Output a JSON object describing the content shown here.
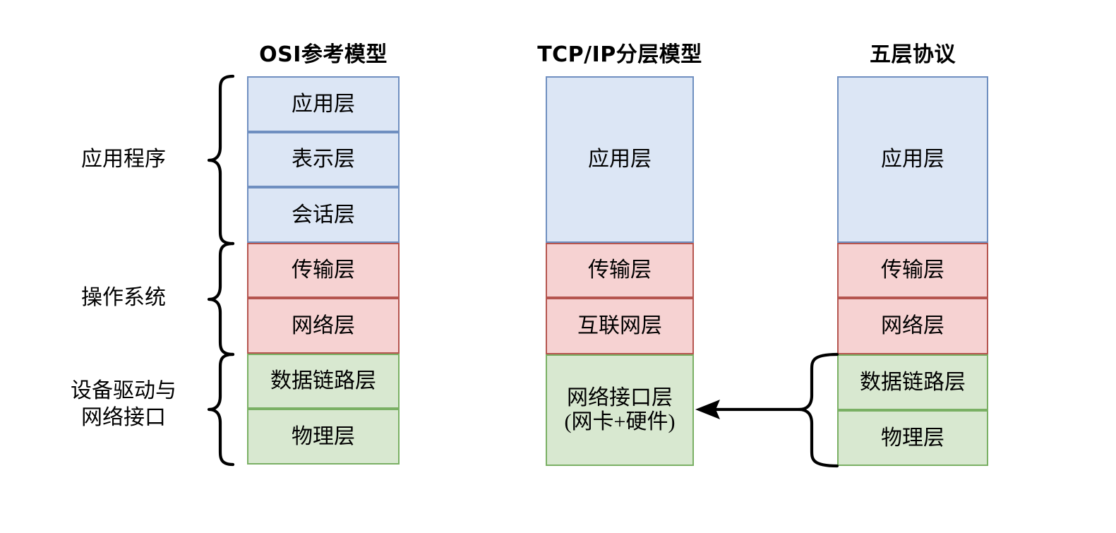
{
  "diagram": {
    "title_osi": "OSI参考模型",
    "title_tcpip": "TCP/IP分层模型",
    "title_five": "五层协议",
    "side_labels": [
      {
        "line1": "应用程序",
        "line2": ""
      },
      {
        "line1": "操作系统",
        "line2": ""
      },
      {
        "line1": "设备驱动与",
        "line2": "网络接口"
      }
    ],
    "osi_layers": [
      {
        "label": "应用层",
        "color": "blue"
      },
      {
        "label": "表示层",
        "color": "blue"
      },
      {
        "label": "会话层",
        "color": "blue"
      },
      {
        "label": "传输层",
        "color": "red"
      },
      {
        "label": "网络层",
        "color": "red"
      },
      {
        "label": "数据链路层",
        "color": "green"
      },
      {
        "label": "物理层",
        "color": "green"
      }
    ],
    "tcpip_layers": [
      {
        "label": "应用层",
        "label2": "",
        "color": "blue"
      },
      {
        "label": "传输层",
        "label2": "",
        "color": "red"
      },
      {
        "label": "互联网层",
        "label2": "",
        "color": "red"
      },
      {
        "label": "网络接口层",
        "label2": "(网卡+硬件)",
        "color": "green"
      }
    ],
    "five_layers": [
      {
        "label": "应用层",
        "color": "blue"
      },
      {
        "label": "传输层",
        "color": "red"
      },
      {
        "label": "网络层",
        "color": "red"
      },
      {
        "label": "数据链路层",
        "color": "green"
      },
      {
        "label": "物理层",
        "color": "green"
      }
    ],
    "colors": {
      "blue_fill": "#dce6f5",
      "blue_border": "#6f8fc0",
      "red_fill": "#f6d2d2",
      "red_border": "#b5554f",
      "green_fill": "#d8e8d0",
      "green_border": "#7ab064",
      "stroke": "#000000",
      "background": "#ffffff"
    }
  }
}
